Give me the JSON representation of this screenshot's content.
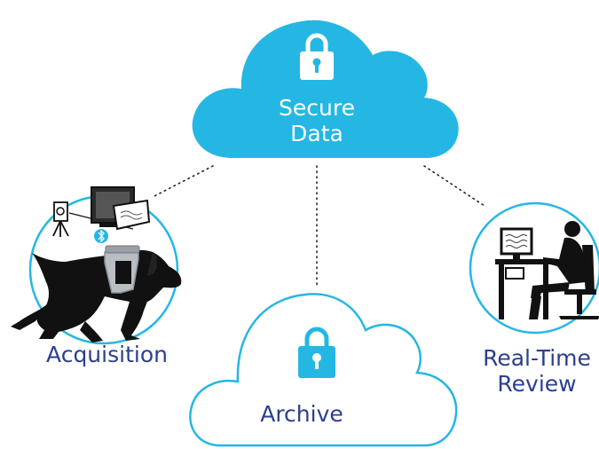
{
  "colors": {
    "cloud_fill": "#24b7e3",
    "cloud_outline": "#24b7e3",
    "label_blue": "#2b3f8f",
    "connector": "#222222",
    "silhouette": "#111111"
  },
  "nodes": {
    "secure": {
      "line1": "Secure",
      "line2": "Data",
      "icon": "lock-icon"
    },
    "archive": {
      "label": "Archive",
      "icon": "lock-icon"
    },
    "acquisition": {
      "label": "Acquisition",
      "icon": "dog-with-harness"
    },
    "review": {
      "line1": "Real-Time",
      "line2": "Review",
      "icon": "person-at-computer"
    }
  }
}
